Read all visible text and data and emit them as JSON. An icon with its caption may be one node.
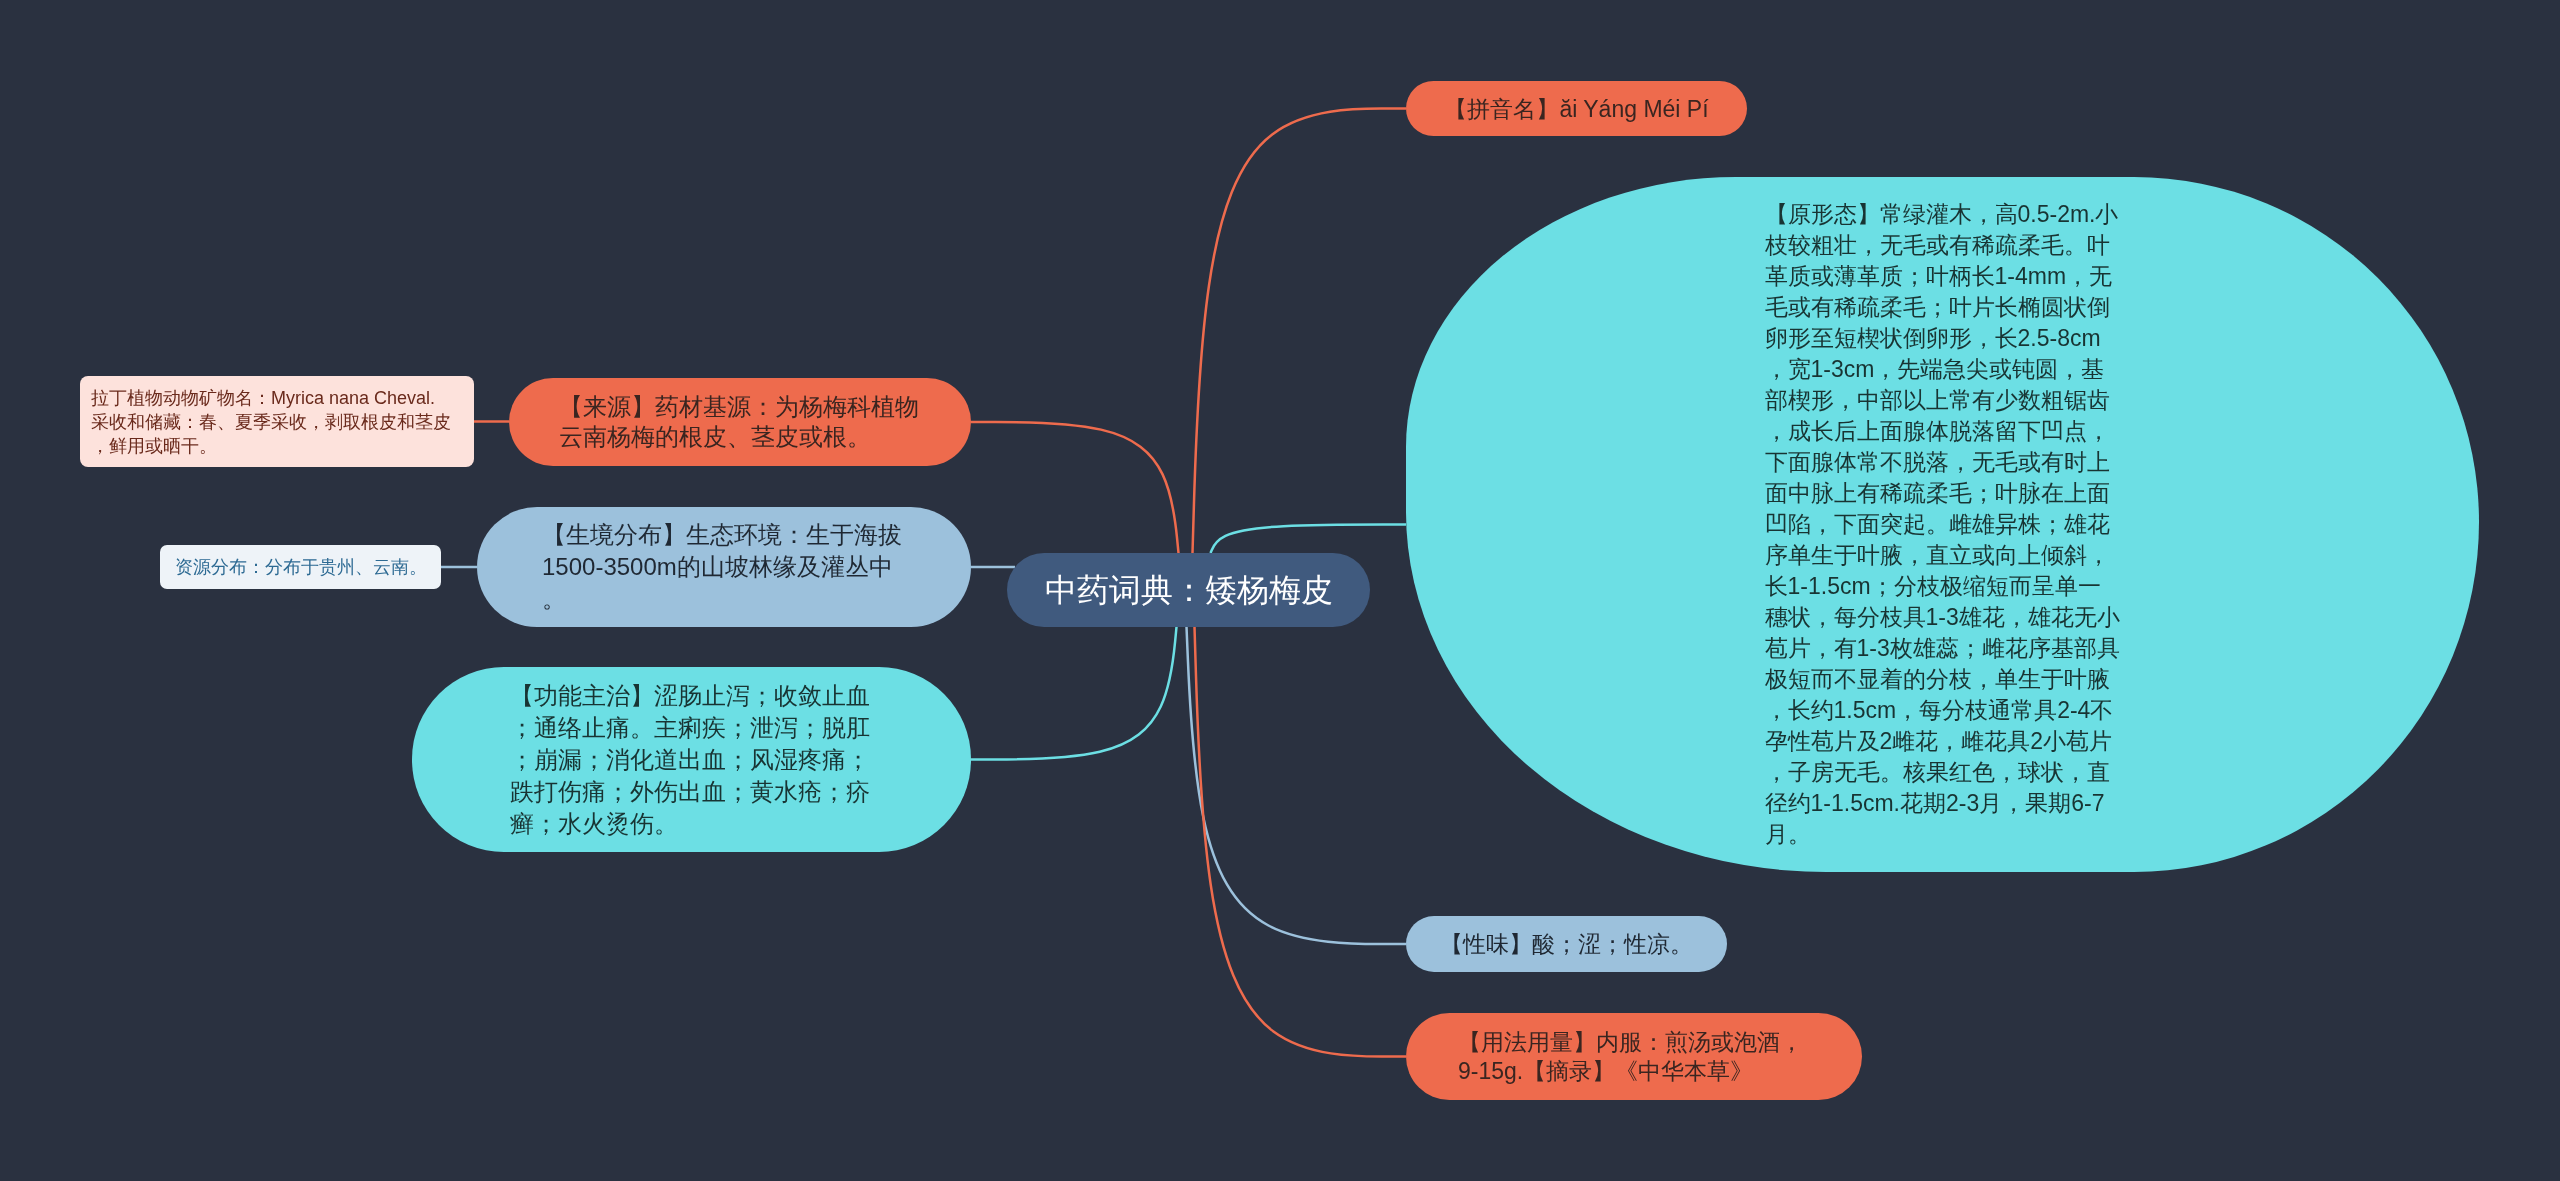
{
  "diagram": {
    "nodes": [
      {
        "text": [
          "中药词典：矮杨梅皮"
        ]
      },
      {
        "text": [
          "【拼音名】ăi Yáng Méi Pí"
        ]
      },
      {
        "text": [
          "【原形态】常绿灌木，高0.5-2m.小枝较粗壮，无毛或有稀疏柔毛。叶革质或薄革质；叶柄长1-4mm，无毛或有稀疏柔毛；叶片长椭圆状倒卵形至短楔状倒卵形，长2.5-8cm，宽1-3cm，先端急尖或钝圆，基部楔形，中部以上常有少数粗锯齿，成长后上面腺体脱落留下凹点，下面腺体常不脱落，无毛或有时上面中脉上有稀疏柔毛；叶脉在上面凹陷，下面突起。雌雄异株；雄花序单生于叶腋，直立或向上倾斜，长1-1.5cm；分枝极缩短而呈单一穗状，每分枝具1-3雄花，雄花无小苞片，有1-3枚雄蕊；雌花序基部具极短而不显着的分枝，单生于叶腋，长约1.5cm，每分枝通常具2-4不孕性苞片及2雌花，雌花具2小苞片，子房无毛。核果红色，球状，直径约1-1.5cm.花期2-3月，果期6-7月。"
        ]
      },
      {
        "text": [
          "【性味】酸；涩；性凉。"
        ]
      },
      {
        "text": [
          "【用法用量】内服：煎汤或泡酒，9-15g.【摘录】《中华本草》"
        ]
      },
      {
        "text": [
          "【来源】药材基源：为杨梅科植物云南杨梅的根皮、茎皮或根。"
        ]
      },
      {
        "text": [
          "拉丁植物动物矿物名：Myrica nana Cheval.",
          "采收和储藏：春、夏季采收，剥取根皮和茎皮，鲜用或晒干。"
        ]
      },
      {
        "text": [
          "【生境分布】生态环境：生于海拔1500-3500m的山坡林缘及灌丛中。"
        ]
      },
      {
        "text": [
          "资源分布：分布于贵州、云南。"
        ]
      },
      {
        "text": [
          "【功能主治】涩肠止泻；收敛止血；通络止痛。主痢疾；泄泻；脱肛；崩漏；消化道出血；风湿疼痛；跌打伤痛；外伤出血；黄水疮；疥癣；水火烫伤。"
        ]
      }
    ],
    "edges": [
      {
        "from": 0,
        "to": 1,
        "arrow": "none"
      },
      {
        "from": 0,
        "to": 2,
        "arrow": "none",
        "color": "#6cdfe4"
      },
      {
        "from": 0,
        "to": 3,
        "arrow": "none",
        "color": "#9cc1dc"
      },
      {
        "from": 0,
        "to": 4,
        "arrow": "none"
      },
      {
        "from": 0,
        "to": 5,
        "arrow": "none"
      },
      {
        "from": 5,
        "to": 6,
        "arrow": "none"
      },
      {
        "from": 0,
        "to": 7,
        "arrow": "none",
        "color": "#9cc1dc"
      },
      {
        "from": 7,
        "to": 8,
        "arrow": "none",
        "color": "#9cc1dc"
      },
      {
        "from": 0,
        "to": 9,
        "arrow": "none",
        "color": "#6cdfe4"
      }
    ]
  }
}
